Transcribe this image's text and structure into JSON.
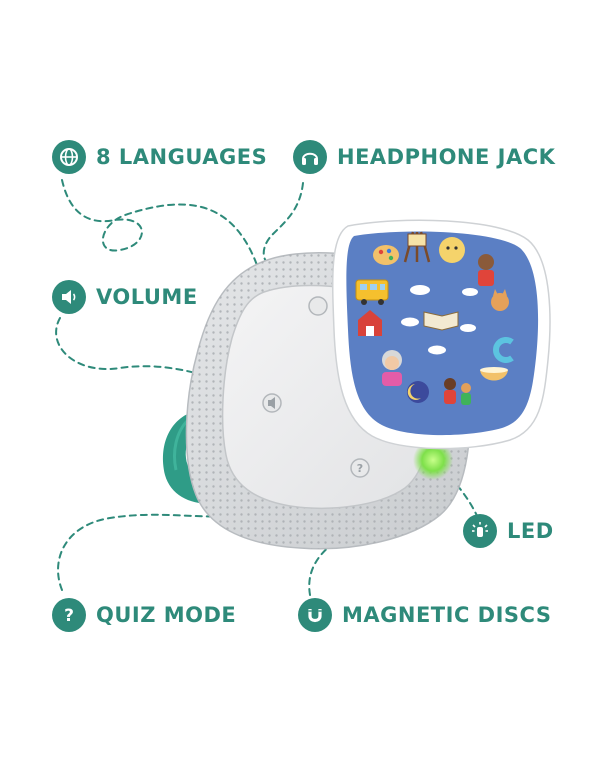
{
  "features": {
    "languages": {
      "label": "8 Languages",
      "icon": "globe-icon"
    },
    "headphone": {
      "label": "Headphone Jack",
      "icon": "headphones-icon"
    },
    "volume": {
      "label": "Volume",
      "icon": "speaker-icon"
    },
    "led": {
      "label": "LED",
      "icon": "lightbulb-icon"
    },
    "quiz": {
      "label": "Quiz Mode",
      "icon": "question-icon"
    },
    "magnetic": {
      "label": "Magnetic Discs",
      "icon": "magnet-icon"
    }
  },
  "colors": {
    "accent": "#2e8a7a",
    "device_body": "#d6d8da",
    "device_face": "#eeeeef",
    "strap": "#2f9c87",
    "disc_background": "#5b7fc4",
    "led_glow": "#7ee04a"
  }
}
